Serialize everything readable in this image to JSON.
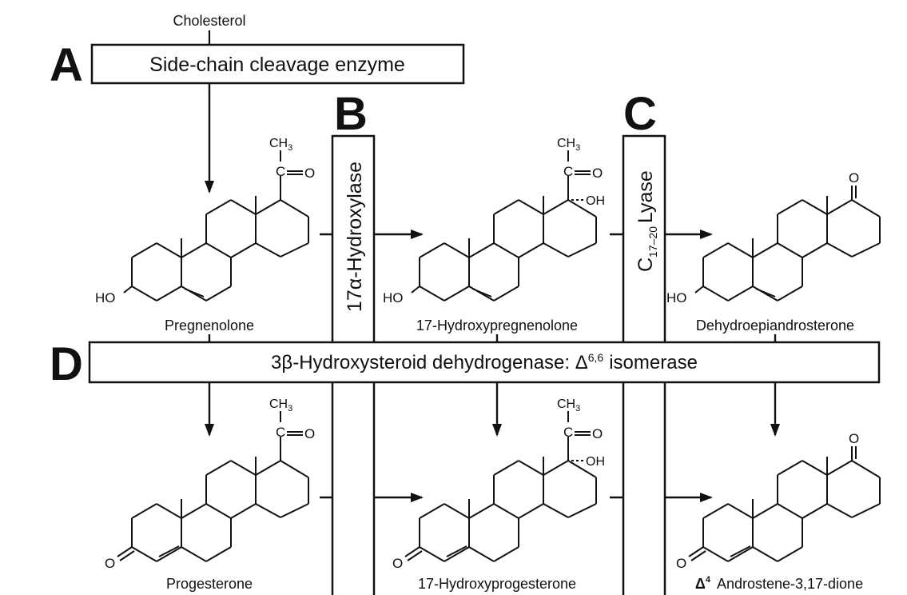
{
  "top_label": "Cholesterol",
  "panels": {
    "a": "A",
    "b": "B",
    "c": "C",
    "d": "D"
  },
  "enzymes": {
    "side_chain": "Side-chain cleavage enzyme",
    "hydroxylase": "17α-Hydroxylase",
    "lyase_prefix": "C",
    "lyase_sub": "17–20",
    "lyase_suffix": "Lyase",
    "dehydrogenase_main": "3β-Hydroxysteroid dehydrogenase: Δ",
    "dehydrogenase_sup": "6,6",
    "dehydrogenase_end": "isomerase"
  },
  "compounds": {
    "pregnenolone": "Pregnenolone",
    "hydroxypregnenolone": "17-Hydroxypregnenolone",
    "dhea": "Dehydroepiandrosterone",
    "progesterone": "Progesterone",
    "hydroxyprogesterone": "17-Hydroxyprogesterone",
    "androstenedione_sym": "Δ",
    "androstenedione_sup": "4",
    "androstenedione_name": "Androstene-3,17-dione"
  },
  "groups": {
    "ch3": "CH",
    "ch3_sub": "3",
    "c": "C",
    "o": "O",
    "oh": "OH",
    "ho": "HO"
  },
  "colors": {
    "ink": "#111111",
    "background": "#ffffff"
  }
}
